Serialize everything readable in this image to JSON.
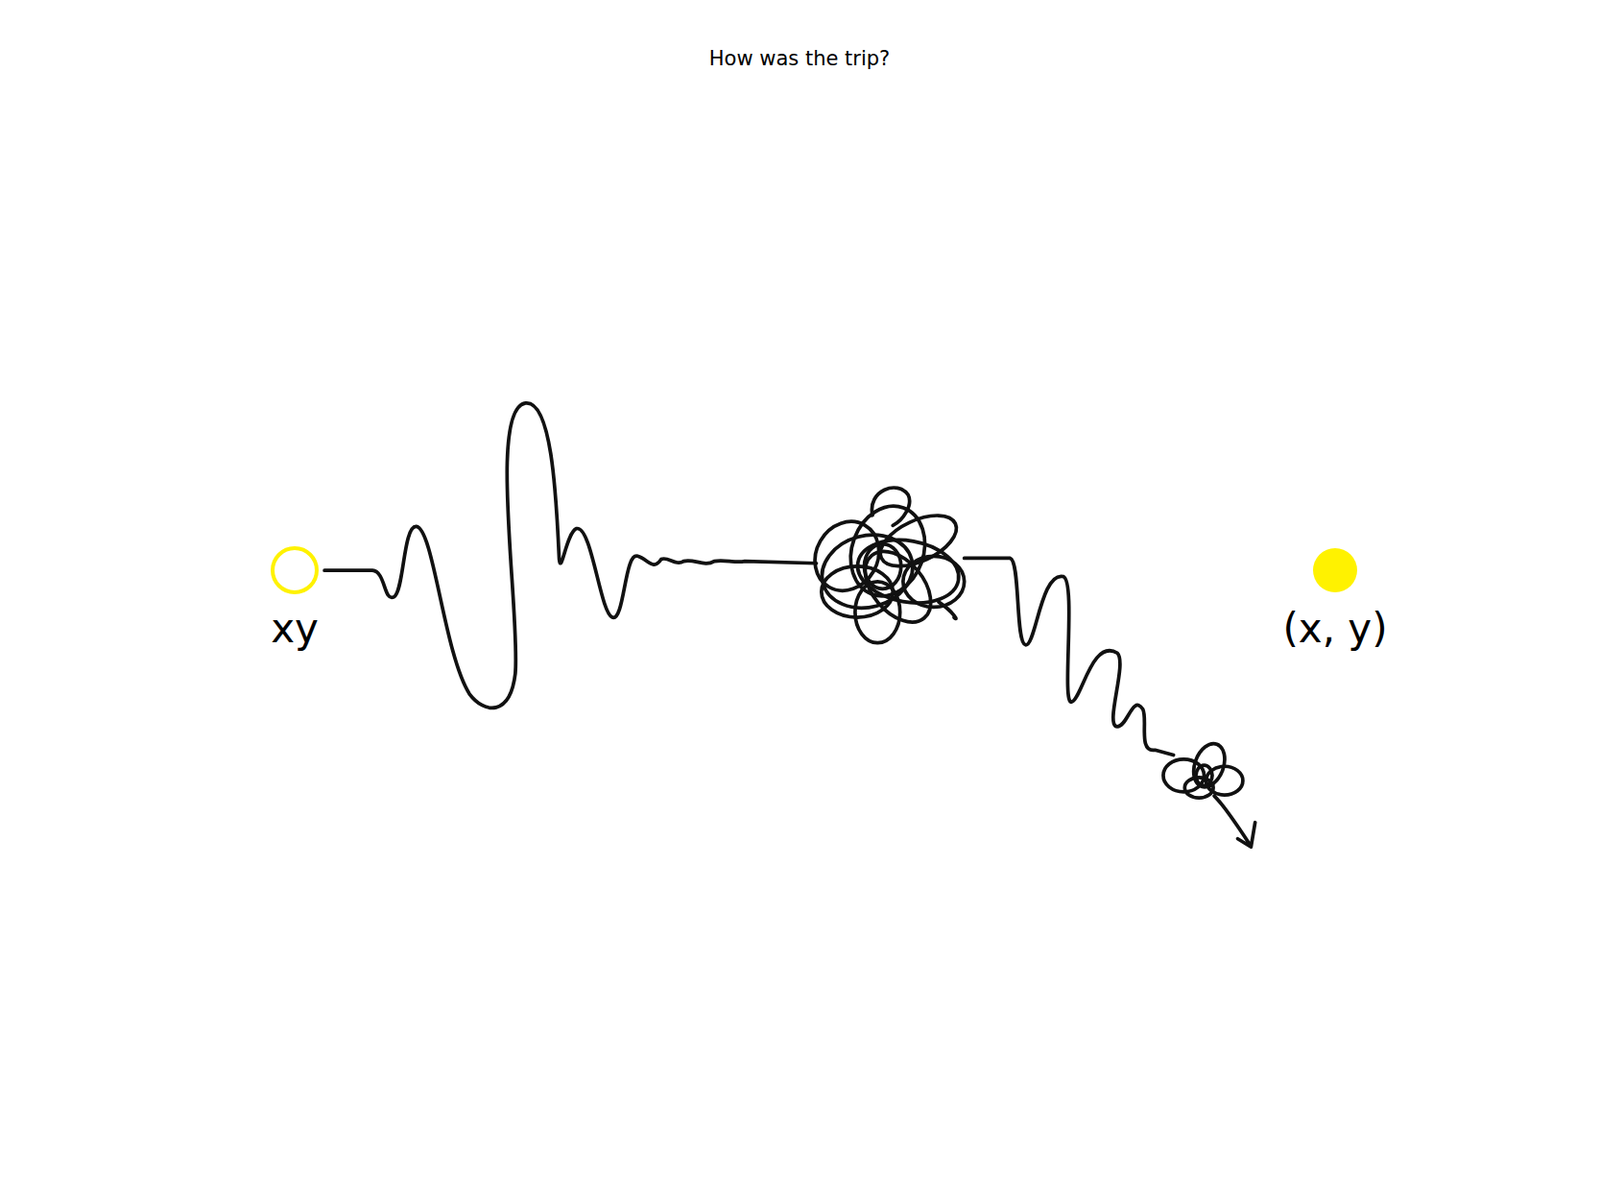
{
  "diagram": {
    "title": "How was the trip?",
    "nodes": [
      {
        "text": [
          "xy"
        ]
      },
      {
        "text": [
          "(x, y)"
        ]
      }
    ]
  }
}
